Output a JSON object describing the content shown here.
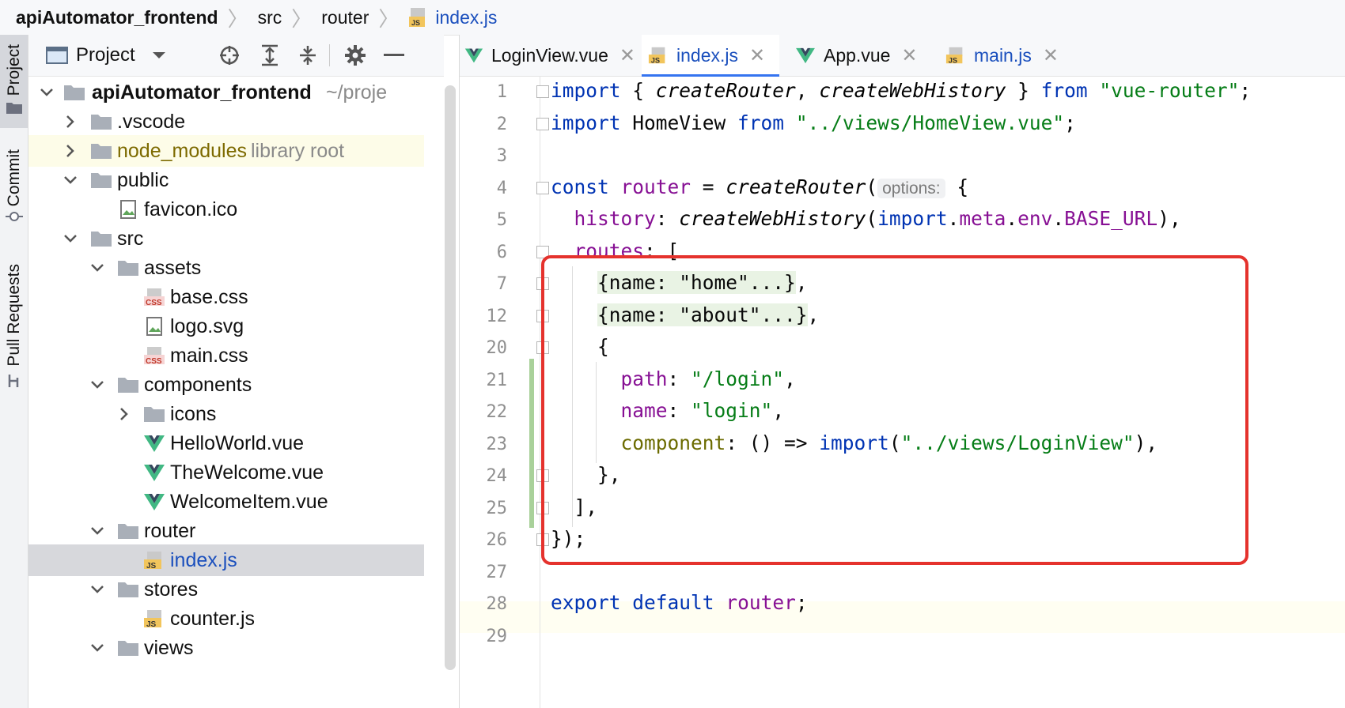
{
  "breadcrumb": {
    "project": "apiAutomator_frontend",
    "segments": [
      "src",
      "router"
    ],
    "file": "index.js"
  },
  "toolstrip": {
    "project_tab": "Project",
    "commit_tab": "Commit",
    "pull_requests_tab": "Pull Requests"
  },
  "project_panel": {
    "title": "Project",
    "root_name": "apiAutomator_frontend",
    "root_path": "~/proje",
    "vscode": ".vscode",
    "node_modules": "node_modules",
    "node_modules_note": "library root",
    "public": "public",
    "favicon": "favicon.ico",
    "src": "src",
    "assets": "assets",
    "base_css": "base.css",
    "logo_svg": "logo.svg",
    "main_css": "main.css",
    "components": "components",
    "icons": "icons",
    "helloworld": "HelloWorld.vue",
    "thewelcome": "TheWelcome.vue",
    "welcomeitem": "WelcomeItem.vue",
    "router": "router",
    "index_js": "index.js",
    "stores": "stores",
    "counter_js": "counter.js",
    "views": "views"
  },
  "tabs": [
    {
      "label": "LoginView.vue",
      "type": "vue"
    },
    {
      "label": "index.js",
      "type": "js",
      "active": true
    },
    {
      "label": "App.vue",
      "type": "vue"
    },
    {
      "label": "main.js",
      "type": "js"
    }
  ],
  "editor": {
    "line_numbers": [
      "1",
      "2",
      "3",
      "4",
      "5",
      "6",
      "7",
      "12",
      "20",
      "21",
      "22",
      "23",
      "24",
      "25",
      "26",
      "27",
      "28",
      "29"
    ],
    "inlay_hint": "options:",
    "lines": {
      "l1": {
        "a": "import",
        "b": " { ",
        "c": "createRouter",
        "d": ", ",
        "e": "createWebHistory",
        "f": " } ",
        "g": "from",
        "h": " ",
        "i": "\"vue-router\"",
        "j": ";"
      },
      "l2": {
        "a": "import",
        "b": " HomeView ",
        "c": "from",
        "d": " ",
        "e": "\"../views/HomeView.vue\"",
        "f": ";"
      },
      "l4": {
        "a": "const",
        "b": " ",
        "c": "router",
        "d": " = ",
        "e": "createRouter",
        "f": "(",
        "g": " {"
      },
      "l5": {
        "a": "  ",
        "b": "history",
        "c": ": ",
        "d": "createWebHistory",
        "e": "(",
        "f": "import",
        "g": ".",
        "h": "meta",
        "i": ".",
        "j": "env",
        "k": ".",
        "l": "BASE_URL",
        "m": "),"
      },
      "l6": {
        "a": "  ",
        "b": "routes",
        "c": ": ["
      },
      "l7": {
        "a": "{name: \"home\"...}",
        "b": ","
      },
      "l12": {
        "a": "{name: \"about\"...}",
        "b": ","
      },
      "l20": {
        "a": "    {"
      },
      "l21": {
        "a": "      ",
        "b": "path",
        "c": ": ",
        "d": "\"/login\"",
        "e": ","
      },
      "l22": {
        "a": "      ",
        "b": "name",
        "c": ": ",
        "d": "\"login\"",
        "e": ","
      },
      "l23": {
        "a": "      ",
        "b": "component",
        "c": ": () => ",
        "d": "import",
        "e": "(",
        "f": "\"../views/LoginView\"",
        "g": "),"
      },
      "l24": {
        "a": "    },"
      },
      "l25": {
        "a": "  ],"
      },
      "l26": {
        "a": "});"
      },
      "l28": {
        "a": "export",
        "b": " ",
        "c": "default",
        "d": " ",
        "e": "router",
        "f": ";"
      }
    }
  },
  "colors": {
    "keyword": "#0033b3",
    "string": "#067d17",
    "property": "#871094",
    "highlight_box": "#e5322d",
    "vue_green": "#41b883",
    "js_yellow": "#f2c55c"
  }
}
